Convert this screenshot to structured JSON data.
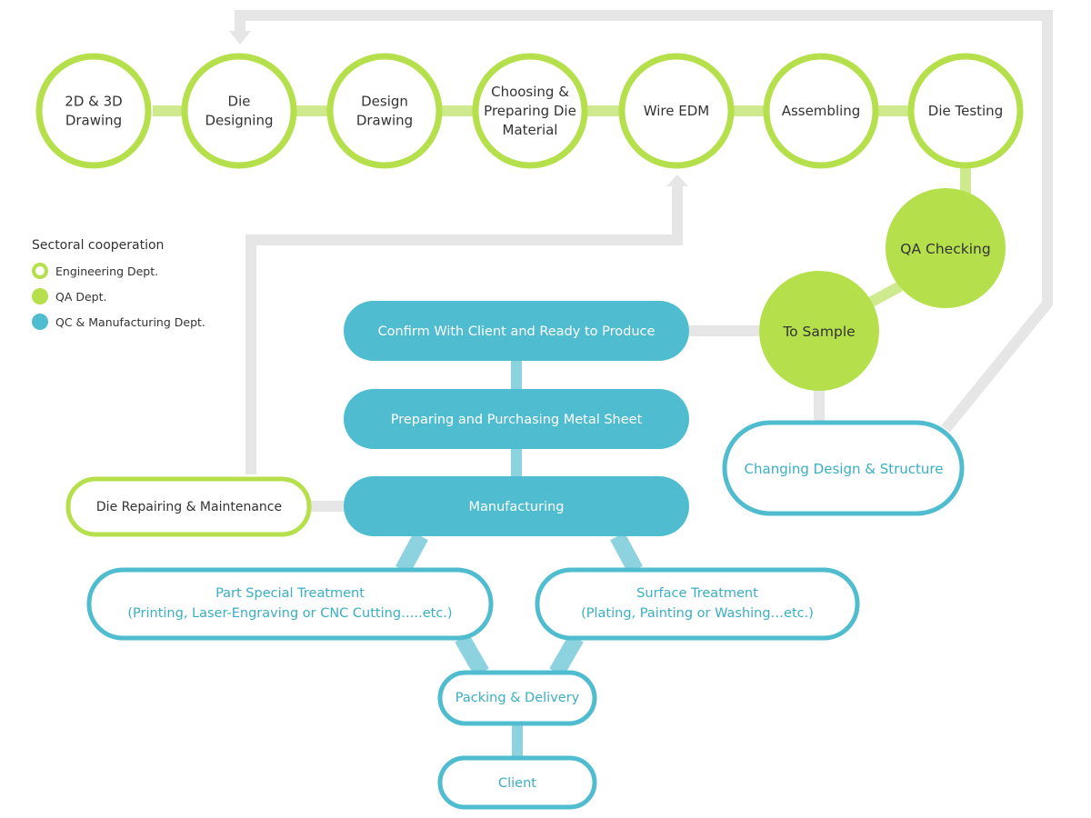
{
  "legend": {
    "title": "Sectoral cooperation",
    "items": [
      {
        "label": "Engineering Dept."
      },
      {
        "label": "QA Dept."
      },
      {
        "label": "QC & Manufacturing Dept."
      }
    ]
  },
  "colors": {
    "green": "#b5e04c",
    "green_line": "#cfe98f",
    "blue": "#4fbcd0",
    "blue_line": "#8dd3df",
    "gray_line": "#e6e6e6",
    "blue_text": "#3aaec4",
    "dark_text": "#333333"
  },
  "engineering_steps": [
    {
      "lines": [
        "2D & 3D",
        "Drawing"
      ]
    },
    {
      "lines": [
        "Die",
        "Designing"
      ]
    },
    {
      "lines": [
        "Design",
        "Drawing"
      ]
    },
    {
      "lines": [
        "Choosing &",
        "Preparing Die",
        "Material"
      ]
    },
    {
      "lines": [
        "Wire EDM"
      ]
    },
    {
      "lines": [
        "Assembling"
      ]
    },
    {
      "lines": [
        "Die Testing"
      ]
    }
  ],
  "qa_steps": {
    "qa_checking": "QA Checking",
    "to_sample": "To Sample"
  },
  "changing_design": "Changing Design & Structure",
  "production": {
    "confirm": "Confirm With Client and Ready to Produce",
    "preparing": "Preparing and Purchasing Metal Sheet",
    "manufacturing": "Manufacturing"
  },
  "die_repairing": "Die Repairing & Maintenance",
  "part_special": {
    "title": "Part Special Treatment",
    "detail": "(Printing, Laser-Engraving or CNC Cutting…..etc.)"
  },
  "surface": {
    "title": "Surface Treatment",
    "detail": "(Plating, Painting or Washing…etc.)"
  },
  "packing": "Packing & Delivery",
  "client": "Client"
}
